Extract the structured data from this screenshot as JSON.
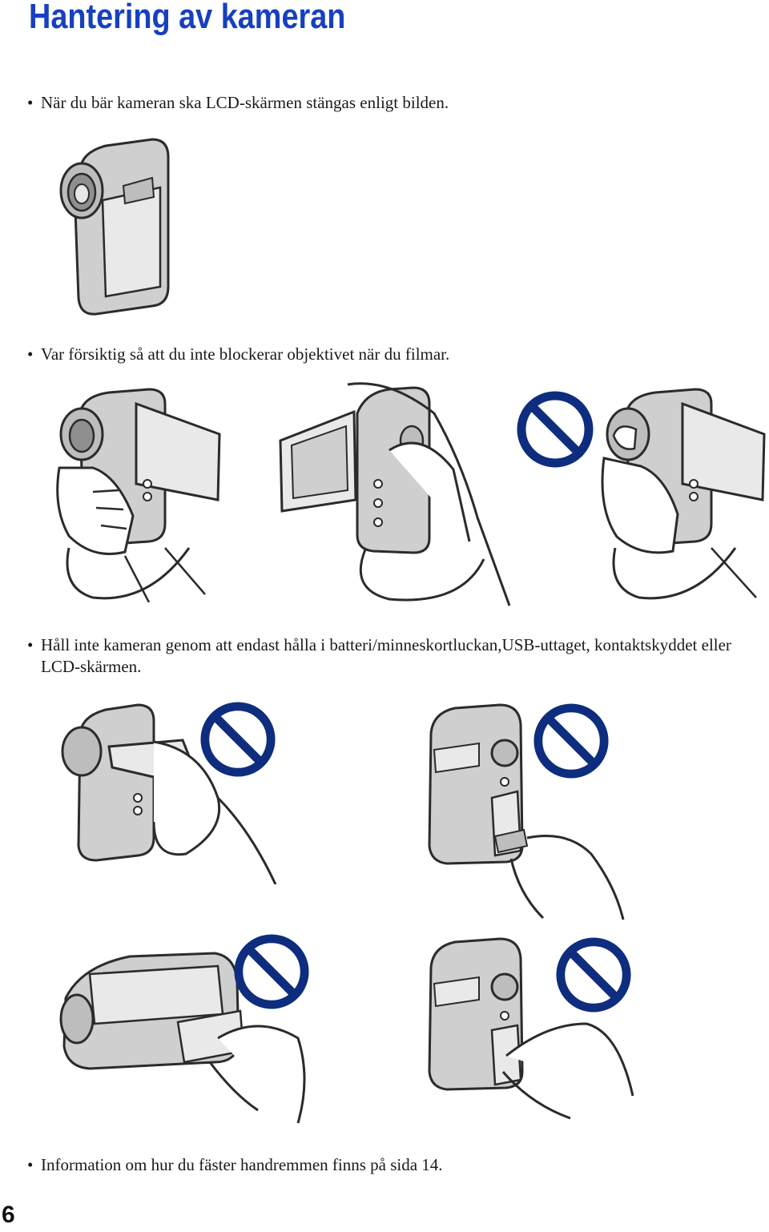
{
  "page": {
    "title": "Hantering av kameran",
    "page_number": "6",
    "bullet_symbol": "•",
    "colors": {
      "title": "#1740c0",
      "prohibit": "#0e2d7f",
      "camera_body": "#cfcfcf",
      "outline": "#2b2b2b"
    }
  },
  "bullets": [
    {
      "text": "När du bär kameran ska LCD-skärmen stängas enligt bilden."
    },
    {
      "text": "Var försiktig så att du inte blockerar objektivet när du filmar."
    },
    {
      "text": "Håll inte kameran genom att endast hålla i batteri/minneskortluckan,USB-uttaget, kontaktskyddet eller LCD-skärmen."
    },
    {
      "text": "Information om hur du fäster handremmen finns på sida 14."
    }
  ],
  "illustrations": [
    {
      "name": "camera-closed-lcd",
      "icon": "camera-icon"
    },
    {
      "name": "camera-held-correct-front",
      "icon": "hand-camera-icon"
    },
    {
      "name": "camera-held-correct-back",
      "icon": "hand-camera-icon"
    },
    {
      "name": "camera-lens-blocked",
      "icon": "prohibited-icon"
    },
    {
      "name": "camera-held-by-lcd",
      "icon": "prohibited-icon"
    },
    {
      "name": "camera-held-by-usb",
      "icon": "prohibited-icon"
    },
    {
      "name": "camera-held-by-cover",
      "icon": "prohibited-icon"
    },
    {
      "name": "camera-held-by-battery-door",
      "icon": "prohibited-icon"
    }
  ]
}
